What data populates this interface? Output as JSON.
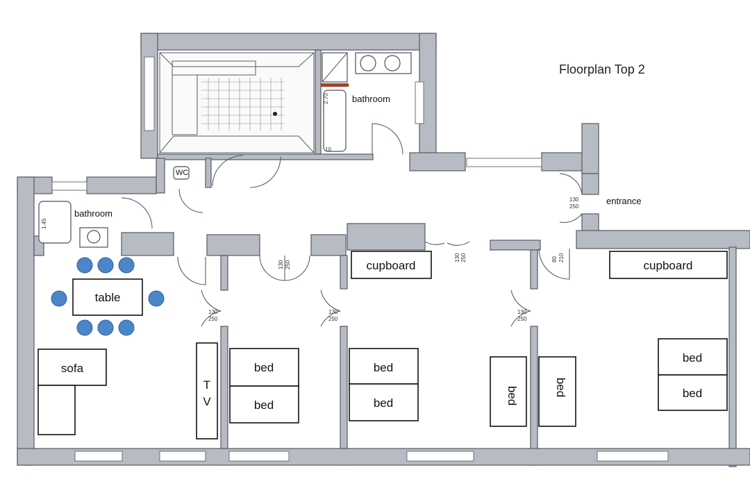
{
  "title": "Floorplan Top 2",
  "rooms": {
    "bathroom_top": "bathroom",
    "bathroom_left": "bathroom",
    "entrance": "entrance",
    "wc": "WC"
  },
  "furniture": {
    "table": "table",
    "sofa": "sofa",
    "tv_t": "T",
    "tv_v": "V",
    "bed": "bed",
    "cupboard": "cupboard"
  },
  "dimensions": {
    "door_130": "130",
    "door_250": "250",
    "door_80": "80",
    "door_210": "210",
    "bath_top": "2.70",
    "bath_left": "1.45",
    "bath_corner": "10"
  },
  "colors": {
    "wall_fill": "#b7bcc4",
    "chair": "#4a86c9"
  },
  "chairs": 8
}
